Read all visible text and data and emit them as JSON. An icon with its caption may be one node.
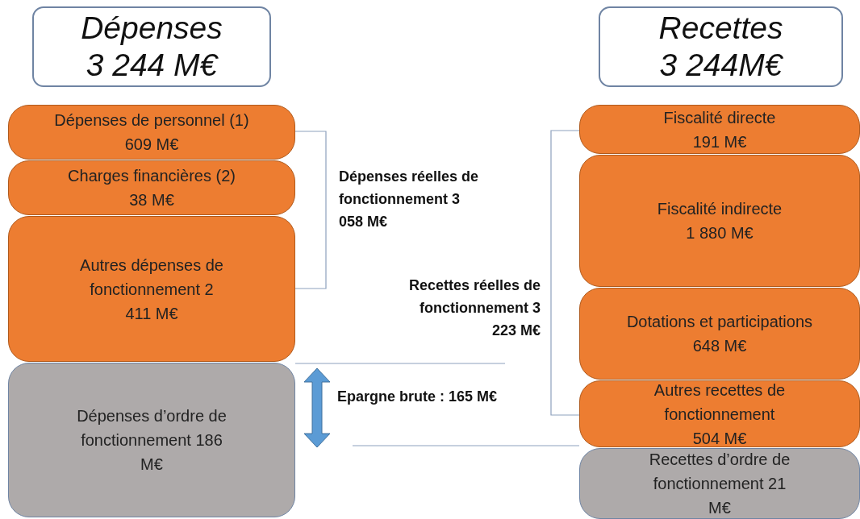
{
  "diagram": {
    "nodes": [
      {
        "text": [
          "Dépenses 3 244 M€"
        ]
      },
      {
        "text": [
          "Recettes 3 244M€"
        ]
      },
      {
        "text": [
          "Dépenses de personnel (1) 609 M€"
        ]
      },
      {
        "text": [
          "Charges financières (2) 38 M€"
        ]
      },
      {
        "text": [
          "Autres dépenses de fonctionnement 2 411 M€"
        ]
      },
      {
        "text": [
          "Dépenses d’ordre de fonctionnement 186 M€"
        ]
      },
      {
        "text": [
          "Fiscalité directe 191 M€"
        ]
      },
      {
        "text": [
          "Fiscalité indirecte 1 880 M€"
        ]
      },
      {
        "text": [
          "Dotations et participations 648 M€"
        ]
      },
      {
        "text": [
          "Autres recettes de fonctionnement 504 M€"
        ]
      },
      {
        "text": [
          "Recettes d’ordre de fonctionnement 21 M€"
        ]
      }
    ],
    "edges": [],
    "labels": [
      "Dépenses réelles de fonctionnement 3 058 M€",
      "Recettes réelles de fonctionnement 3 223 M€",
      "Epargne brute : 165 M€"
    ]
  }
}
